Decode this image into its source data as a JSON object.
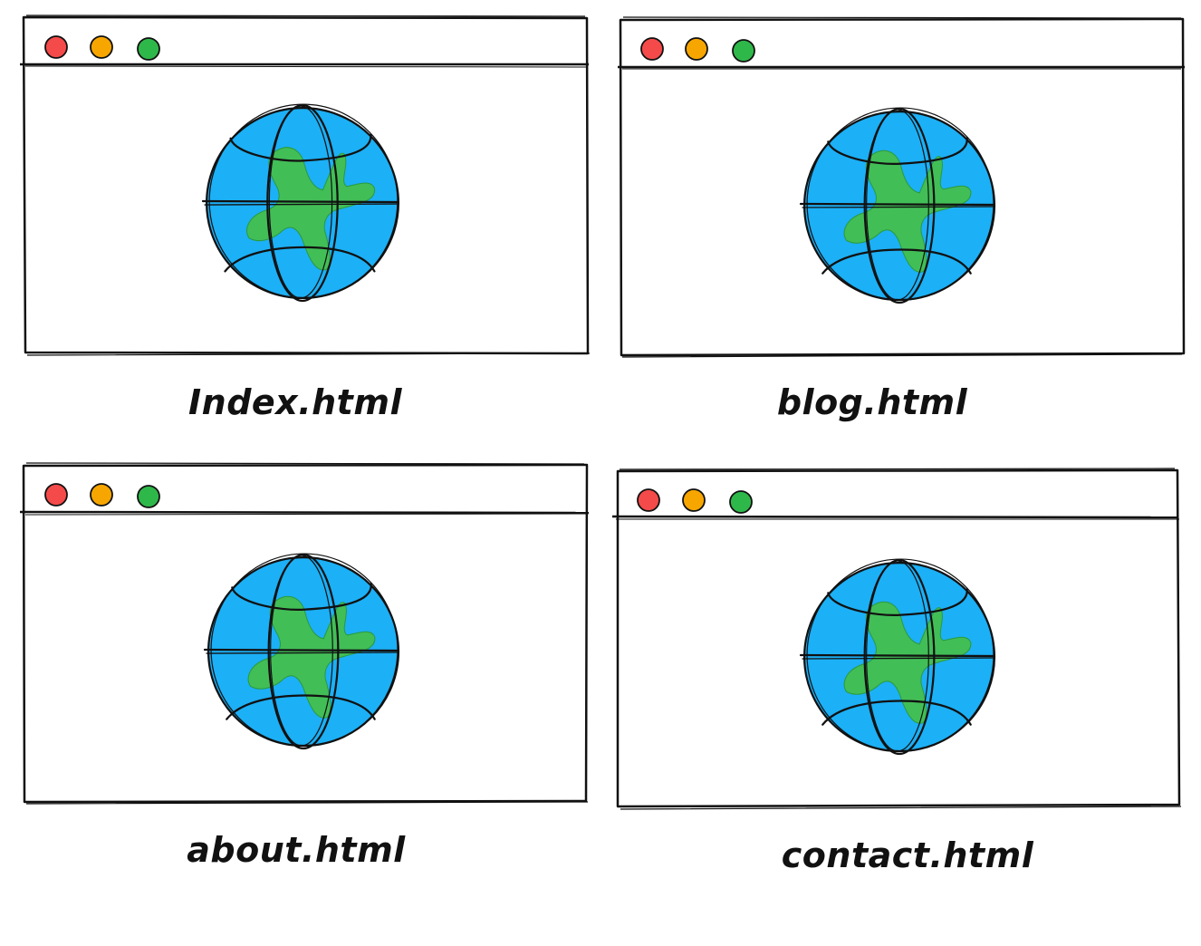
{
  "colors": {
    "close": "#f44a4a",
    "minimize": "#f7a600",
    "maximize": "#2fb84a",
    "ocean": "#1cb0f6",
    "land": "#42be57",
    "stroke": "#111111"
  },
  "pages": [
    {
      "file_name": "Index.html"
    },
    {
      "file_name": "blog.html"
    },
    {
      "file_name": "about.html"
    },
    {
      "file_name": "contact.html"
    }
  ]
}
